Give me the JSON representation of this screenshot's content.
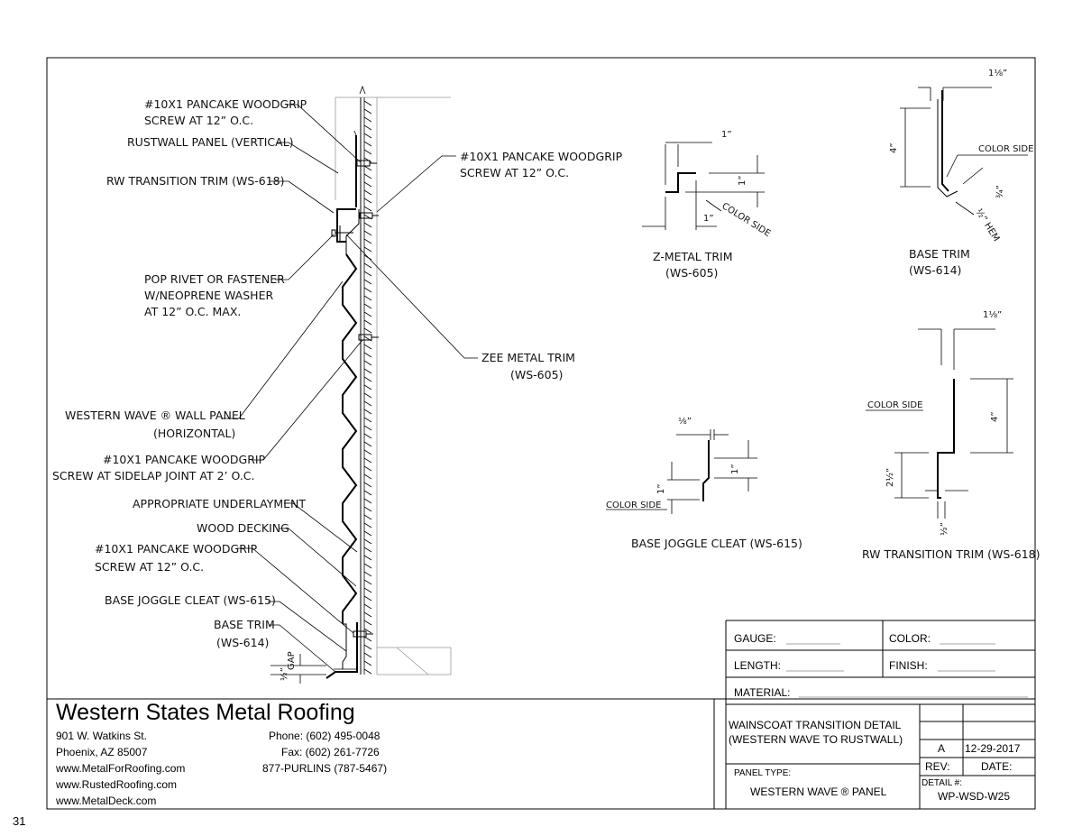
{
  "page_number": "31",
  "section_callouts": {
    "screw_top": [
      "#10X1 PANCAKE WOODGRIP",
      "SCREW AT 12” O.C."
    ],
    "rustwall_panel": "RUSTWALL PANEL (VERTICAL)",
    "rw_transition_trim": "RW TRANSITION TRIM (WS-618)",
    "screw_right": [
      "#10X1 PANCAKE WOODGRIP",
      "SCREW AT 12” O.C."
    ],
    "pop_rivet": [
      "POP RIVET OR FASTENER",
      "W/NEOPRENE WASHER",
      "AT 12” O.C. MAX."
    ],
    "zee_metal_trim": [
      "ZEE METAL TRIM",
      "(WS-605)"
    ],
    "western_wave_panel": [
      "WESTERN WAVE ® WALL PANEL",
      "(HORIZONTAL)"
    ],
    "screw_sidelap": [
      "#10X1 PANCAKE WOODGRIP",
      "SCREW AT SIDELAP JOINT AT 2’ O.C."
    ],
    "underlayment": "APPROPRIATE UNDERLAYMENT",
    "wood_decking": "WOOD DECKING",
    "screw_bottom": [
      "#10X1 PANCAKE WOODGRIP",
      "SCREW AT 12” O.C."
    ],
    "base_joggle_cleat": "BASE JOGGLE CLEAT (WS-615)",
    "base_trim": [
      "BASE TRIM",
      "(WS-614)"
    ],
    "gap": "GAP",
    "gap_dim": "½”"
  },
  "profiles": {
    "z_metal": {
      "title": [
        "Z-METAL TRIM",
        "(WS-605)"
      ],
      "dim_top": "1”",
      "dim_right": "1”",
      "dim_left": "1”",
      "color_side": "COLOR SIDE"
    },
    "base_trim": {
      "title": [
        "BASE TRIM",
        "(WS-614)"
      ],
      "dim_top": "1⅛”",
      "dim_height": "4”",
      "color_side": "COLOR SIDE",
      "dim_diag": "¾”",
      "dim_hem": "½” HEM"
    },
    "base_joggle": {
      "title": "BASE JOGGLE CLEAT (WS-615)",
      "dim_top": "⅛”",
      "dim_right": "1”",
      "dim_left": "1”",
      "color_side": "COLOR SIDE"
    },
    "rw_transition": {
      "title": "RW TRANSITION TRIM (WS-618)",
      "dim_top": "1⅛”",
      "dim_height": "4”",
      "color_side": "COLOR SIDE",
      "dim_left": "2½”",
      "dim_bottom": "½”"
    }
  },
  "company": {
    "name": "Western States Metal Roofing",
    "address1": "901 W. Watkins St.",
    "address2": "Phoenix, AZ 85007",
    "web1": "www.MetalForRoofing.com",
    "web2": "www.RustedRoofing.com",
    "web3": "www.MetalDeck.com",
    "phone": "Phone: (602) 495-0048",
    "fax": "Fax: (602) 261-7726",
    "purlins": "877-PURLINS (787-5467)"
  },
  "title_block": {
    "gauge": "GAUGE:",
    "color": "COLOR:",
    "length": "LENGTH:",
    "finish": "FINISH:",
    "material": "MATERIAL:",
    "title": [
      "WAINSCOAT TRANSITION DETAIL",
      "(WESTERN WAVE TO RUSTWALL)"
    ],
    "rev_letter": "A",
    "date_value": "12-29-2017",
    "rev": "REV:",
    "date": "DATE:",
    "panel_type_label": "PANEL TYPE:",
    "panel_type": "WESTERN WAVE ® PANEL",
    "detail_label": "DETAIL #:",
    "detail_number": "WP-WSD-W25"
  }
}
